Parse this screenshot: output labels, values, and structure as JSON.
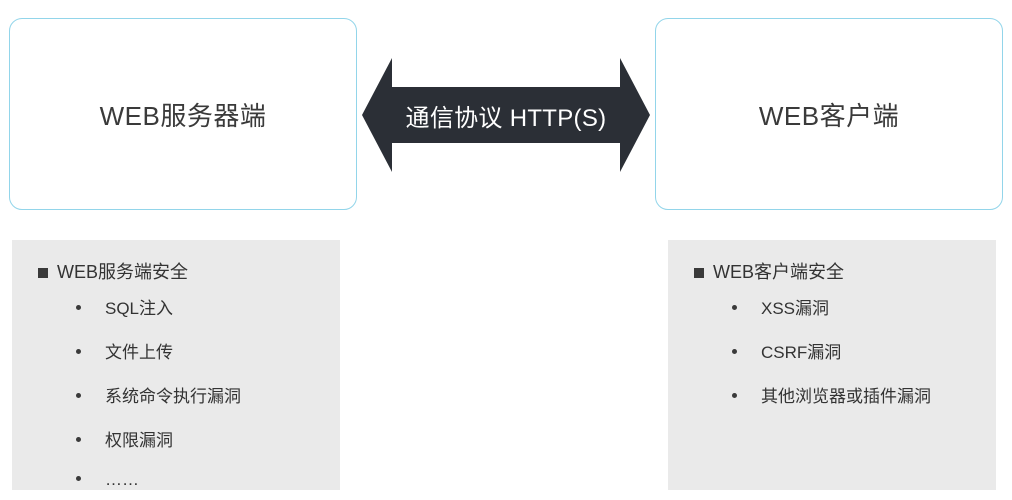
{
  "diagram": {
    "type": "architecture-two-node",
    "colors": {
      "box_border": "#92d5ea",
      "panel_background": "#eaeaea",
      "arrow_fill": "#2b2f36",
      "text": "#333333",
      "arrow_label_text": "#ffffff"
    },
    "server_node": {
      "title": "WEB服务器端"
    },
    "client_node": {
      "title": "WEB客户端"
    },
    "connector": {
      "label": "通信协议 HTTP(S)",
      "icon": "double-headed-arrow-icon",
      "direction": "bidirectional"
    },
    "server_panel": {
      "heading": "WEB服务端安全",
      "bullet_icon": "square-bullet-icon",
      "items": [
        "SQL注入",
        "文件上传",
        "系统命令执行漏洞",
        "权限漏洞",
        "……"
      ]
    },
    "client_panel": {
      "heading": "WEB客户端安全",
      "bullet_icon": "square-bullet-icon",
      "items": [
        "XSS漏洞",
        "CSRF漏洞",
        "其他浏览器或插件漏洞"
      ]
    }
  }
}
